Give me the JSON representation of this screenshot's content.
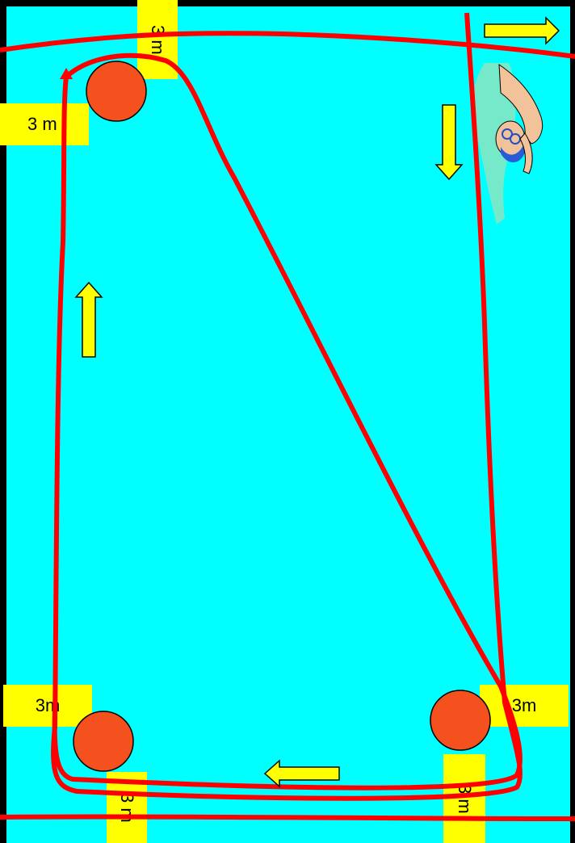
{
  "colors": {
    "pool": "#00FFFF",
    "border": "#000000",
    "route": "#FF0000",
    "buoy": "#F4511E",
    "marker": "#FFFF00",
    "arrow": "#FFFF00"
  },
  "markers": {
    "top_buoy_side": "3 m",
    "top_buoy_top": "3 m",
    "bottom_left_side": "3m",
    "bottom_left_bottom": "3 m",
    "bottom_right_side": "3m",
    "bottom_right_bottom": "3 m"
  },
  "arrows": [
    {
      "direction": "right",
      "name": "arrow-right-top"
    },
    {
      "direction": "down",
      "name": "arrow-down"
    },
    {
      "direction": "up",
      "name": "arrow-up"
    },
    {
      "direction": "left",
      "name": "arrow-left"
    }
  ],
  "icons": [
    "swimmer-icon",
    "buoy-icon"
  ]
}
